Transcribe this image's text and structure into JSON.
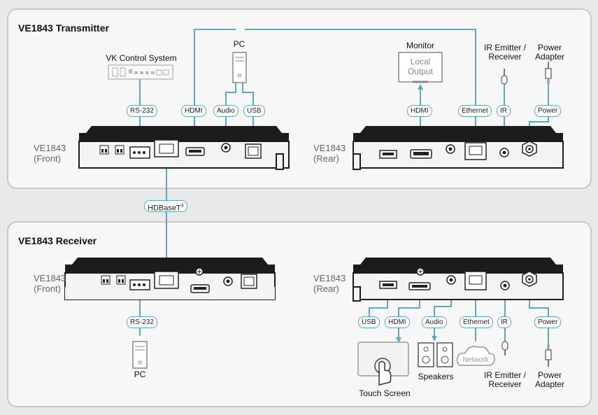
{
  "transmitter": {
    "title": "VE1843 Transmitter",
    "front_label_1": "VE1843",
    "front_label_2": "(Front)",
    "rear_label_1": "VE1843",
    "rear_label_2": "(Rear)",
    "vk_control_system": "VK Control System",
    "pc": "PC",
    "monitor": "Monitor",
    "monitor_screen_1": "Local",
    "monitor_screen_2": "Output",
    "ir_device_1": "IR Emitter /",
    "ir_device_2": "Receiver",
    "power_adapter_1": "Power",
    "power_adapter_2": "Adapter",
    "pills": {
      "rs232": "RS-232",
      "hdmi": "HDMI",
      "audio": "Audio",
      "usb": "USB",
      "rear_hdmi": "HDMI",
      "ethernet": "Ethernet",
      "ir": "IR",
      "power": "Power"
    }
  },
  "link": {
    "hdbaset": "HDBaseT",
    "hdbaset_sup": "3"
  },
  "receiver": {
    "title": "VE1843 Receiver",
    "front_label_1": "VE1843",
    "front_label_2": "(Front)",
    "rear_label_1": "VE1843",
    "rear_label_2": "(Rear)",
    "pc": "PC",
    "touch_screen": "Touch Screen",
    "speakers": "Speakers",
    "network": "Network",
    "ir_device_1": "IR Emitter /",
    "ir_device_2": "Receiver",
    "power_adapter_1": "Power",
    "power_adapter_2": "Adapter",
    "pills": {
      "rs232": "RS-232",
      "usb": "USB",
      "hdmi": "HDMI",
      "audio": "Audio",
      "ethernet": "Ethernet",
      "ir": "IR",
      "power": "Power"
    }
  },
  "colors": {
    "wire": "#5aa8c8",
    "device": "#1c1c1c",
    "panel_bg": "#f7f7f7",
    "panel_border": "#c9c9c9"
  }
}
